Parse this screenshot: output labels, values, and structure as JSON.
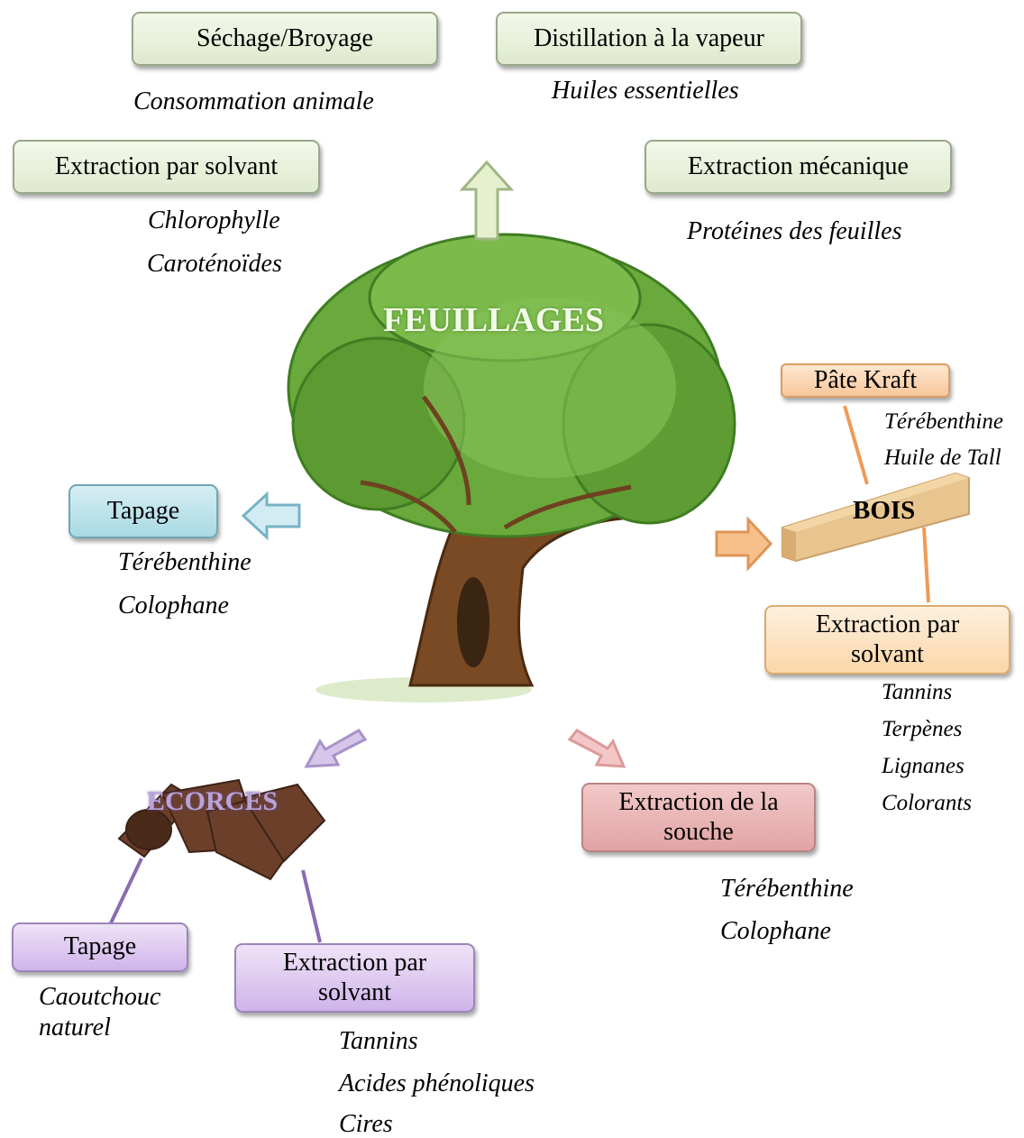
{
  "feuillages": {
    "label": "FEUILLAGES",
    "sechage": {
      "box": "Séchage/Broyage",
      "product": "Consommation animale"
    },
    "distillation": {
      "box": "Distillation à la vapeur",
      "product": "Huiles essentielles"
    },
    "solvant": {
      "box": "Extraction par solvant",
      "products": [
        "Chlorophylle",
        "Caroténoïdes"
      ]
    },
    "mecanique": {
      "box": "Extraction mécanique",
      "product": "Protéines des feuilles"
    }
  },
  "tapage_tronc": {
    "box": "Tapage",
    "products": [
      "Térébenthine",
      "Colophane"
    ]
  },
  "bois": {
    "label": "BOIS",
    "kraft": {
      "box": "Pâte Kraft",
      "products": [
        "Térébenthine",
        "Huile de Tall"
      ]
    },
    "solvant": {
      "box": "Extraction par solvant",
      "products": [
        "Tannins",
        "Terpènes",
        "Lignanes",
        "Colorants"
      ]
    }
  },
  "souche": {
    "box": "Extraction de la souche",
    "products": [
      "Térébenthine",
      "Colophane"
    ]
  },
  "ecorces": {
    "label": "ECORCES",
    "tapage": {
      "box": "Tapage",
      "products": [
        "Caoutchouc",
        "naturel"
      ]
    },
    "solvant": {
      "box": "Extraction par solvant",
      "products": [
        "Tannins",
        "Acides phénoliques",
        "Cires"
      ]
    }
  }
}
